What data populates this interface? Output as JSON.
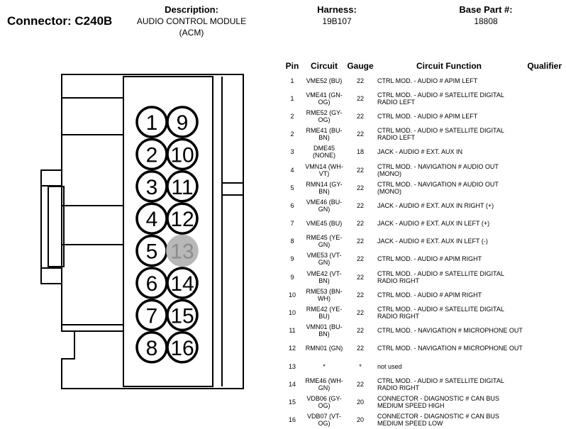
{
  "header": {
    "connector": "Connector: C240B",
    "description_label": "Description:",
    "description_value": "AUDIO CONTROL MODULE (ACM)",
    "harness_label": "Harness:",
    "harness_value": "19B107",
    "base_part_label": "Base Part #:",
    "base_part_value": "18808"
  },
  "diagram": {
    "pins_left": [
      "1",
      "2",
      "3",
      "4",
      "5",
      "6",
      "7",
      "8"
    ],
    "pins_right": [
      "9",
      "10",
      "11",
      "12",
      "13",
      "14",
      "15",
      "16"
    ],
    "highlighted_pin": "13",
    "colors": {
      "stroke": "#000000",
      "highlight_fill": "#b8b8b8",
      "highlight_text": "#8c8c8c"
    }
  },
  "table": {
    "columns": [
      "Pin",
      "Circuit",
      "Gauge",
      "Circuit Function",
      "Qualifier"
    ],
    "rows": [
      {
        "pin": "1",
        "circuit": "VME52 (BU)",
        "gauge": "22",
        "function": "CTRL MOD. - AUDIO # APIM LEFT",
        "qualifier": ""
      },
      {
        "pin": "1",
        "circuit": "VME41 (GN-OG)",
        "gauge": "22",
        "function": "CTRL MOD. - AUDIO # SATELLITE DIGITAL RADIO LEFT",
        "qualifier": ""
      },
      {
        "pin": "2",
        "circuit": "RME52 (GY-OG)",
        "gauge": "22",
        "function": "CTRL MOD. - AUDIO # APIM LEFT",
        "qualifier": ""
      },
      {
        "pin": "2",
        "circuit": "RME41 (BU-BN)",
        "gauge": "22",
        "function": "CTRL MOD. - AUDIO # SATELLITE DIGITAL RADIO LEFT",
        "qualifier": ""
      },
      {
        "pin": "3",
        "circuit": "DME45 (NONE)",
        "gauge": "18",
        "function": "JACK - AUDIO # EXT. AUX IN",
        "qualifier": ""
      },
      {
        "pin": "4",
        "circuit": "VMN14 (WH-VT)",
        "gauge": "22",
        "function": "CTRL MOD. - NAVIGATION # AUDIO OUT (MONO)",
        "qualifier": ""
      },
      {
        "pin": "5",
        "circuit": "RMN14 (GY-BN)",
        "gauge": "22",
        "function": "CTRL MOD. - NAVIGATION # AUDIO OUT (MONO)",
        "qualifier": ""
      },
      {
        "pin": "6",
        "circuit": "VME46 (BU-GN)",
        "gauge": "22",
        "function": "JACK - AUDIO # EXT. AUX IN RIGHT (+)",
        "qualifier": ""
      },
      {
        "pin": "7",
        "circuit": "VME45 (BU)",
        "gauge": "22",
        "function": "JACK - AUDIO # EXT. AUX IN LEFT (+)",
        "qualifier": ""
      },
      {
        "pin": "8",
        "circuit": "RME45 (YE-GN)",
        "gauge": "22",
        "function": "JACK - AUDIO # EXT. AUX IN LEFT (-)",
        "qualifier": ""
      },
      {
        "pin": "9",
        "circuit": "VME53 (VT-GN)",
        "gauge": "22",
        "function": "CTRL MOD. - AUDIO # APIM RIGHT",
        "qualifier": ""
      },
      {
        "pin": "9",
        "circuit": "VME42 (VT-BN)",
        "gauge": "22",
        "function": "CTRL MOD. - AUDIO # SATELLITE DIGITAL RADIO RIGHT",
        "qualifier": ""
      },
      {
        "pin": "10",
        "circuit": "RME53 (BN-WH)",
        "gauge": "22",
        "function": "CTRL MOD. - AUDIO # APIM RIGHT",
        "qualifier": ""
      },
      {
        "pin": "10",
        "circuit": "RME42 (YE-BU)",
        "gauge": "22",
        "function": "CTRL MOD. - AUDIO # SATELLITE DIGITAL RADIO RIGHT",
        "qualifier": ""
      },
      {
        "pin": "11",
        "circuit": "VMN01 (BU-BN)",
        "gauge": "22",
        "function": "CTRL MOD. - NAVIGATION # MICROPHONE OUT",
        "qualifier": ""
      },
      {
        "pin": "12",
        "circuit": "RMN01 (GN)",
        "gauge": "22",
        "function": "CTRL MOD. - NAVIGATION # MICROPHONE OUT",
        "qualifier": ""
      },
      {
        "pin": "13",
        "circuit": "*",
        "gauge": "*",
        "function": "not used",
        "qualifier": ""
      },
      {
        "pin": "14",
        "circuit": "RME46 (WH-GN)",
        "gauge": "22",
        "function": "CTRL MOD. - AUDIO # SATELLITE DIGITAL RADIO RIGHT",
        "qualifier": ""
      },
      {
        "pin": "15",
        "circuit": "VDB06 (GY-OG)",
        "gauge": "20",
        "function": "CONNECTOR - DIAGNOSTIC # CAN BUS MEDIUM SPEED HIGH",
        "qualifier": ""
      },
      {
        "pin": "16",
        "circuit": "VDB07 (VT-OG)",
        "gauge": "20",
        "function": "CONNECTOR - DIAGNOSTIC # CAN BUS MEDIUM SPEED LOW",
        "qualifier": ""
      }
    ]
  }
}
